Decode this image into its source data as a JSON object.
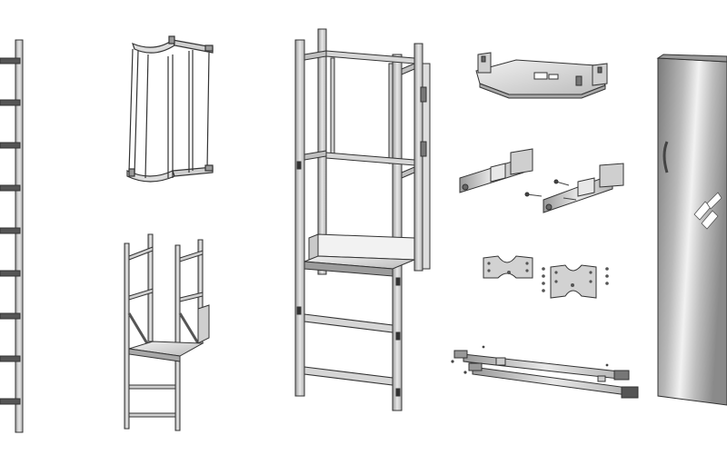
{
  "colors": {
    "background": "#ffffff",
    "metal_light": "#e6e6e6",
    "metal_mid": "#bdbdbd",
    "metal_dark": "#7a7a7a",
    "outline": "#3a3a3a",
    "door_light": "#d9d9d9",
    "door_dark": "#6e6e6e"
  },
  "components": [
    {
      "name": "vertical-ladder",
      "icon": "ladder-icon"
    },
    {
      "name": "safety-cage-hoop",
      "icon": "cage-icon"
    },
    {
      "name": "rest-platform-small",
      "icon": "platform-icon"
    },
    {
      "name": "rest-platform-large",
      "icon": "platform-icon"
    },
    {
      "name": "platform-plate",
      "icon": "plate-icon"
    },
    {
      "name": "wall-brackets",
      "icon": "bracket-icon"
    },
    {
      "name": "clamp-plates",
      "icon": "clamp-icon"
    },
    {
      "name": "diagonal-struts",
      "icon": "strut-icon"
    },
    {
      "name": "access-door",
      "icon": "door-icon"
    }
  ]
}
